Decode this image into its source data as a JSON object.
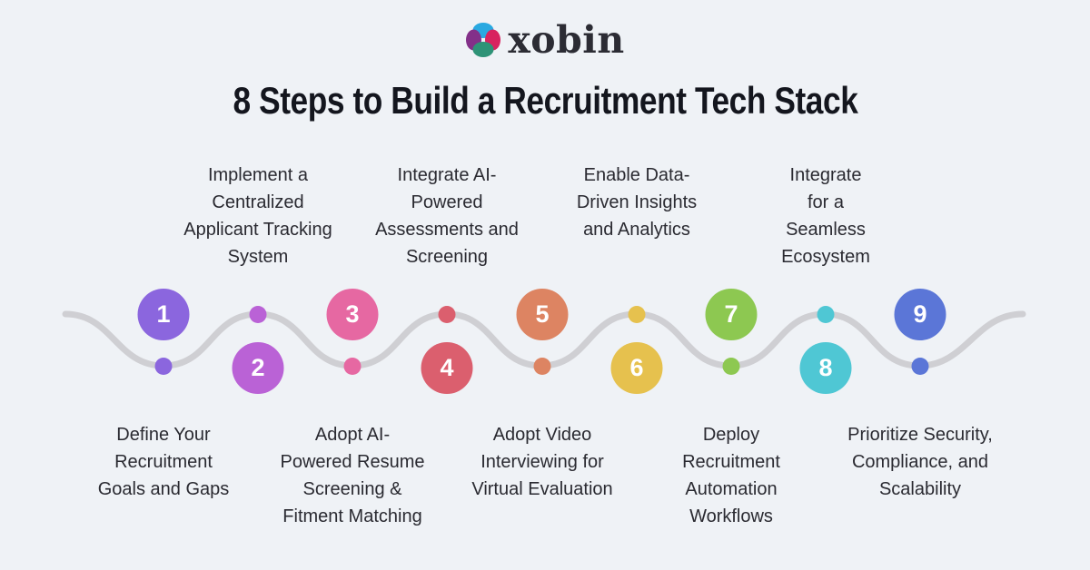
{
  "page": {
    "background": "#EFF2F6"
  },
  "logo": {
    "brand": "xobin",
    "icon": {
      "name": "xobin-flower-icon",
      "petal_colors": {
        "top": "#29A9E1",
        "left": "#833089",
        "right": "#D8235F",
        "bottom": "#2E9377"
      }
    }
  },
  "title": "8 Steps to Build a Recruitment Tech Stack",
  "timeline": {
    "line_color": "#CFCFD3",
    "steps": [
      {
        "number": "1",
        "color": "#8B66DE",
        "circle_position": "top",
        "label": "Define Your\nRecruitment\nGoals and Gaps"
      },
      {
        "number": "2",
        "color": "#BA62D6",
        "circle_position": "bottom",
        "label": "Implement a\nCentralized\nApplicant Tracking\nSystem"
      },
      {
        "number": "3",
        "color": "#E668A2",
        "circle_position": "top",
        "label": "Adopt AI-\nPowered Resume\nScreening &\nFitment Matching"
      },
      {
        "number": "4",
        "color": "#DB5F6E",
        "circle_position": "bottom",
        "label": "Integrate AI-\nPowered\nAssessments and\nScreening"
      },
      {
        "number": "5",
        "color": "#DD8462",
        "circle_position": "top",
        "label": "Adopt Video\nInterviewing for\nVirtual Evaluation"
      },
      {
        "number": "6",
        "color": "#E6C14E",
        "circle_position": "bottom",
        "label": "Enable Data-\nDriven Insights\nand Analytics"
      },
      {
        "number": "7",
        "color": "#8DC851",
        "circle_position": "top",
        "label": "Deploy\nRecruitment\nAutomation\nWorkflows"
      },
      {
        "number": "8",
        "color": "#4FC7D4",
        "circle_position": "bottom",
        "label": "Integrate\nfor a\nSeamless\nEcosystem"
      },
      {
        "number": "9",
        "color": "#5B76D7",
        "circle_position": "top",
        "label": "Prioritize Security,\nCompliance, and\nScalability"
      }
    ]
  }
}
